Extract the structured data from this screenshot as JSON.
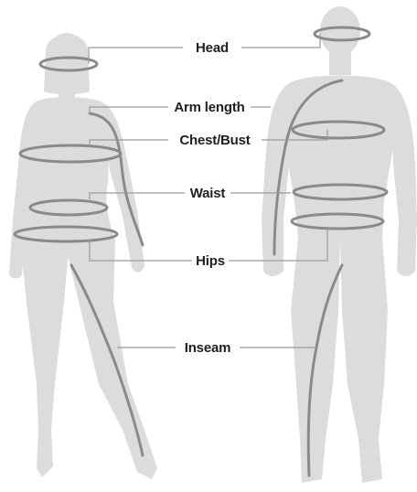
{
  "diagram": {
    "labels": {
      "head": "Head",
      "arm_length": "Arm length",
      "chest_bust": "Chest/Bust",
      "waist": "Waist",
      "hips": "Hips",
      "inseam": "Inseam"
    },
    "colors": {
      "silhouette": "#dcdcdc",
      "measure_line": "#8a8a8a",
      "leader_line": "#9a9a9a",
      "text": "#1f1f1f"
    }
  }
}
